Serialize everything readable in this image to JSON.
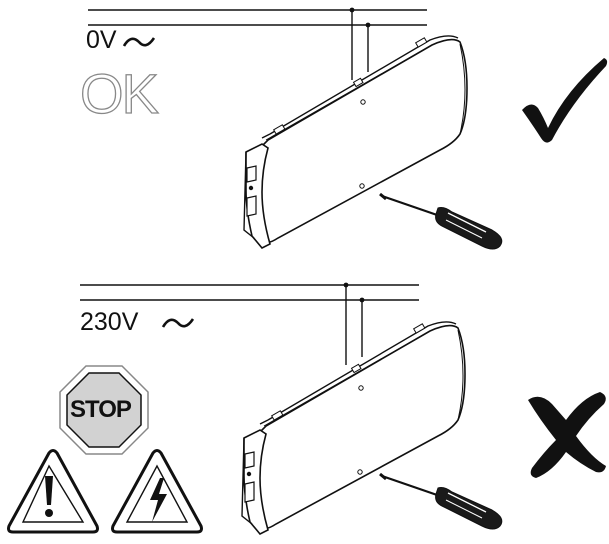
{
  "top_panel": {
    "voltage_label": "0V",
    "status_label": "OK",
    "result_icon": "check-icon"
  },
  "bottom_panel": {
    "voltage_label": "230V",
    "stop_sign_label": "STOP",
    "warning_icons": [
      "exclamation-warning-icon",
      "electric-shock-warning-icon"
    ],
    "result_icon": "cross-icon"
  },
  "colors": {
    "ink": "#111111",
    "outline_grey": "#888888",
    "sign_fill": "#d2d2d2",
    "background": "#ffffff"
  }
}
